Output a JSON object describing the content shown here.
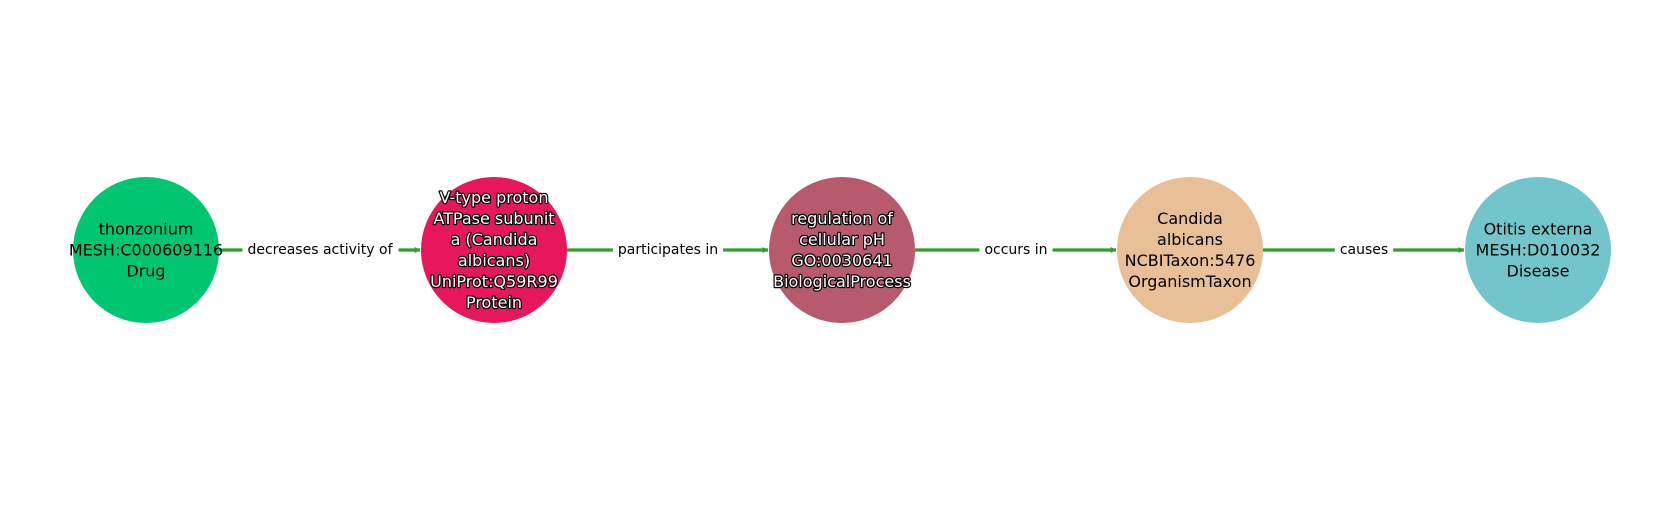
{
  "nodes": [
    {
      "id": "n1",
      "lines": [
        "thonzonium",
        "MESH:C000609116",
        "Drug"
      ],
      "color": "#00c571",
      "text_color": "#000000",
      "halo": false
    },
    {
      "id": "n2",
      "lines": [
        "V-type proton",
        "ATPase subunit",
        "a (Candida",
        "albicans)",
        "UniProt:Q59R99",
        "Protein"
      ],
      "color": "#e8175d",
      "text_color": "#ffffff",
      "halo": true
    },
    {
      "id": "n3",
      "lines": [
        "regulation of",
        "cellular pH",
        "GO:0030641",
        "BiologicalProcess"
      ],
      "color": "#b75a6e",
      "text_color": "#ffffff",
      "halo": true
    },
    {
      "id": "n4",
      "lines": [
        "Candida",
        "albicans",
        "NCBITaxon:5476",
        "OrganismTaxon"
      ],
      "color": "#e8bf96",
      "text_color": "#000000",
      "halo": false
    },
    {
      "id": "n5",
      "lines": [
        "Otitis externa",
        "MESH:D010032",
        "Disease"
      ],
      "color": "#72c6cb",
      "text_color": "#000000",
      "halo": false
    }
  ],
  "edges": [
    {
      "from": "n1",
      "to": "n2",
      "label": "decreases activity of"
    },
    {
      "from": "n2",
      "to": "n3",
      "label": "participates in"
    },
    {
      "from": "n3",
      "to": "n4",
      "label": "occurs in"
    },
    {
      "from": "n4",
      "to": "n5",
      "label": "causes"
    }
  ],
  "edge_color": "#2ca02c"
}
